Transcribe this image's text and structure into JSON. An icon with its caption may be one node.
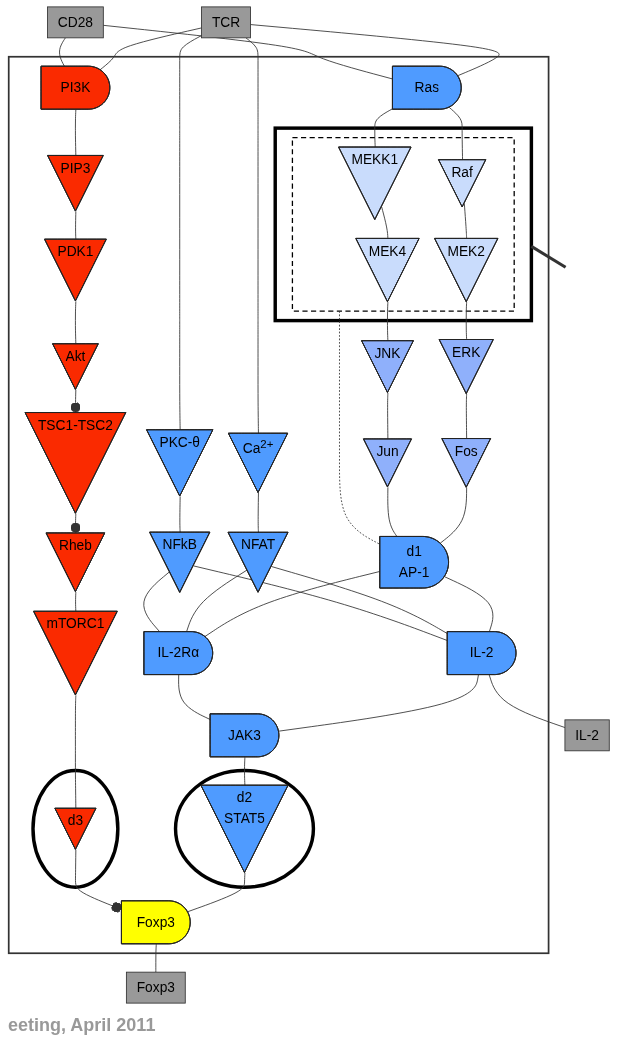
{
  "diagram": {
    "nodes": [
      {
        "text": [
          "TCR"
        ]
      },
      {
        "text": [
          "CD28"
        ]
      },
      {
        "text": [],
        "shape": "box"
      },
      {
        "text": [
          "Ras"
        ],
        "in": 2
      },
      {
        "text": [
          "Ca$^{2+}$"
        ],
        "in": 2
      },
      {
        "text": [
          "PKC-θ"
        ],
        "in": 2
      },
      {
        "text": [
          "PI3K"
        ],
        "in": 2
      },
      {
        "text": [],
        "shape": "box",
        "in": 2
      },
      {
        "text": [],
        "shape": "box",
        "in": 7
      },
      {
        "text": [
          "Raf"
        ],
        "in": 8
      },
      {
        "text": [
          "MEKK1"
        ],
        "in": 8
      },
      {
        "text": [
          "MEK2"
        ],
        "in": 8
      },
      {
        "text": [
          "MEK4"
        ],
        "in": 8
      },
      {
        "text": [
          "NFAT"
        ],
        "in": 2
      },
      {
        "text": [
          "NFkB"
        ],
        "in": 2
      },
      {
        "text": [
          "PIP3"
        ],
        "in": 2
      },
      {
        "text": [
          "PDK1"
        ],
        "in": 2
      },
      {
        "text": [
          "ERK"
        ],
        "in": 2
      },
      {
        "text": [
          "JNK"
        ],
        "in": 2
      },
      {
        "text": [
          "Akt"
        ],
        "in": 2
      },
      {
        "text": [
          "TSC1-TSC2"
        ],
        "in": 2
      },
      {
        "text": [
          "Fos"
        ],
        "in": 2
      },
      {
        "text": [
          "Jun"
        ],
        "in": 2
      },
      {
        "text": [
          "Rheb"
        ],
        "in": 2
      },
      {
        "text": [
          "d1",
          "AP-1"
        ],
        "in": 2
      },
      {
        "text": [
          "mTORC1"
        ],
        "in": 2
      },
      {
        "text": [
          "IL-2"
        ],
        "in": 2
      },
      {
        "text": [
          "IL-2Rα"
        ],
        "in": 2
      },
      {
        "text": [],
        "shape": "circle",
        "in": 2
      },
      {
        "text": [
          "d3"
        ],
        "in": 28
      },
      {
        "text": [
          "JAK3"
        ],
        "in": 2
      },
      {
        "text": [],
        "shape": "circle",
        "in": 2
      },
      {
        "text": [
          "d2",
          "STAT5"
        ],
        "in": 31
      },
      {
        "text": [
          "Foxp3"
        ],
        "in": 2
      },
      {
        "text": [
          "IL-2"
        ]
      },
      {
        "text": [
          "Foxp3"
        ]
      }
    ],
    "edges": [
      {
        "from": 0,
        "to": 3,
        "arrow": "none"
      },
      {
        "from": 1,
        "to": 3,
        "arrow": "none"
      },
      {
        "from": 0,
        "to": 4,
        "arrow": "none"
      },
      {
        "from": 0,
        "to": 5,
        "arrow": "none"
      },
      {
        "from": 0,
        "to": 6,
        "arrow": "none"
      },
      {
        "from": 1,
        "to": 6,
        "arrow": "none"
      },
      {
        "from": 3,
        "to": 9,
        "arrow": "none"
      },
      {
        "from": 3,
        "to": 10,
        "arrow": "none"
      },
      {
        "from": 9,
        "to": 11,
        "arrow": "none"
      },
      {
        "from": 10,
        "to": 12,
        "arrow": "none"
      },
      {
        "from": 4,
        "to": 13,
        "arrow": "none"
      },
      {
        "from": 5,
        "to": 14,
        "arrow": "none"
      },
      {
        "from": 6,
        "to": 15,
        "arrow": "none"
      },
      {
        "from": 15,
        "to": 16,
        "arrow": "none"
      },
      {
        "from": 11,
        "to": 17,
        "arrow": "none"
      },
      {
        "from": 12,
        "to": 18,
        "arrow": "none"
      },
      {
        "from": 16,
        "to": 19,
        "arrow": "none"
      },
      {
        "from": 19,
        "to": 20,
        "arrow": "other"
      },
      {
        "from": 17,
        "to": 21,
        "arrow": "none"
      },
      {
        "from": 18,
        "to": 22,
        "arrow": "none"
      },
      {
        "from": 20,
        "to": 23,
        "arrow": "other"
      },
      {
        "from": 21,
        "to": 24,
        "arrow": "none"
      },
      {
        "from": 22,
        "to": 24,
        "arrow": "none"
      },
      {
        "from": 23,
        "to": 25,
        "arrow": "none"
      },
      {
        "from": 8,
        "to": 24,
        "arrow": "none",
        "style": "dashed"
      },
      {
        "from": 24,
        "to": 26,
        "arrow": "none"
      },
      {
        "from": 13,
        "to": 26,
        "arrow": "none"
      },
      {
        "from": 14,
        "to": 26,
        "arrow": "none"
      },
      {
        "from": 24,
        "to": 27,
        "arrow": "none"
      },
      {
        "from": 13,
        "to": 27,
        "arrow": "none"
      },
      {
        "from": 14,
        "to": 27,
        "arrow": "none"
      },
      {
        "from": 25,
        "to": 29,
        "arrow": "none"
      },
      {
        "from": 26,
        "to": 30,
        "arrow": "none"
      },
      {
        "from": 27,
        "to": 30,
        "arrow": "none"
      },
      {
        "from": 30,
        "to": 32,
        "arrow": "none"
      },
      {
        "from": 32,
        "to": 33,
        "arrow": "none"
      },
      {
        "from": 29,
        "to": 33,
        "arrow": "other"
      },
      {
        "from": 26,
        "to": 34,
        "arrow": "none"
      },
      {
        "from": 33,
        "to": 35,
        "arrow": "none"
      },
      {
        "from": 7,
        "to": null,
        "arrow": "none",
        "style": "thick"
      }
    ],
    "labels": [
      "eeting, April 2011"
    ]
  }
}
